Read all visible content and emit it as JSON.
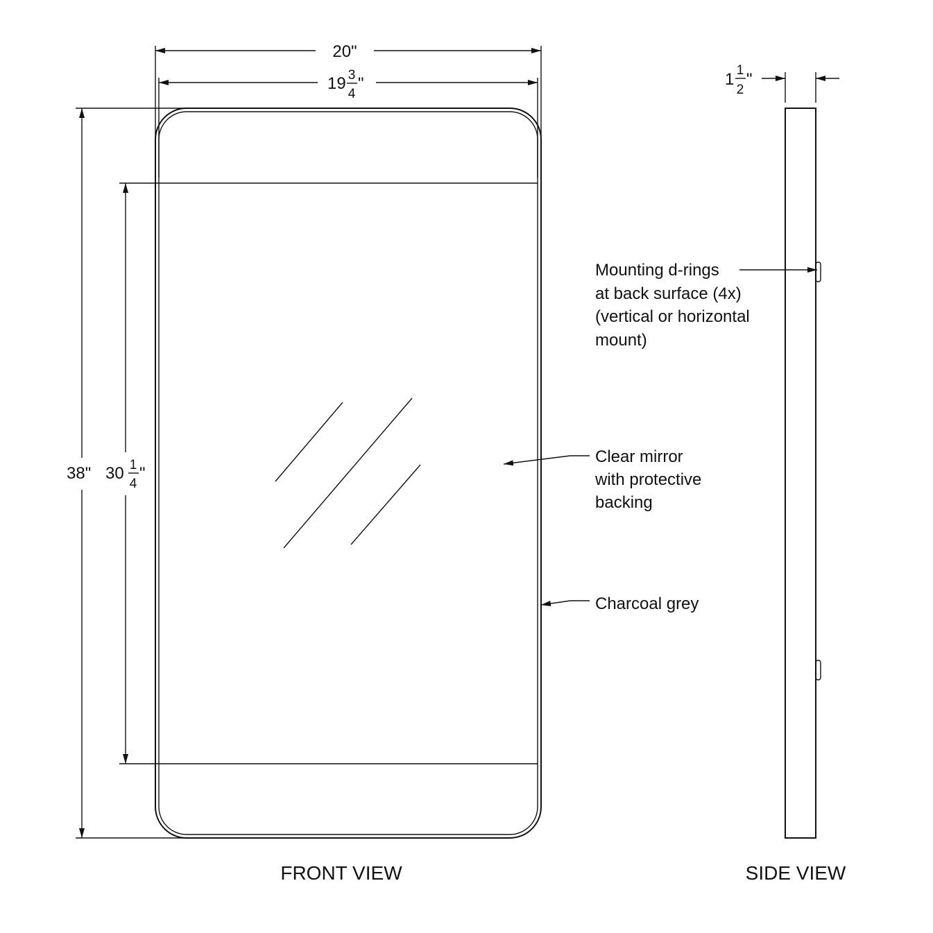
{
  "dimensions": {
    "overall_width": {
      "whole": "20",
      "unit": "\""
    },
    "glass_width": {
      "whole": "19",
      "num": "3",
      "den": "4",
      "unit": "\""
    },
    "overall_height": {
      "whole": "38",
      "unit": "\""
    },
    "glass_height": {
      "whole": "30",
      "num": "1",
      "den": "4",
      "unit": "\""
    },
    "depth": {
      "whole": "1",
      "num": "1",
      "den": "2",
      "unit": "\""
    }
  },
  "notes": {
    "d_rings": [
      "Mounting d-rings",
      "at back surface (4x)",
      "(vertical or horizontal",
      "mount)"
    ],
    "mirror": [
      "Clear  mirror",
      "with protective",
      "backing"
    ],
    "frame": [
      "Charcoal  grey"
    ]
  },
  "views": {
    "front": "FRONT VIEW",
    "side": "SIDE VIEW"
  },
  "colors": {
    "line": "#111111",
    "background": "#ffffff"
  }
}
